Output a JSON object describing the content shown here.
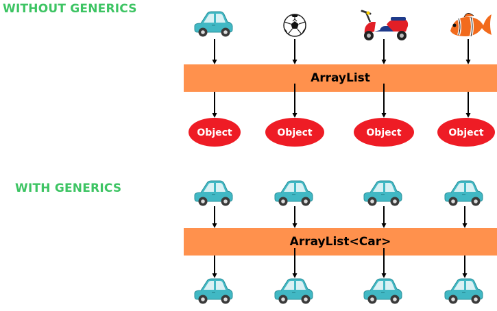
{
  "sections": {
    "without": {
      "heading": "WITHOUT GENERICS",
      "bar_label": "ArrayList",
      "items": [
        {
          "icon": "car-icon"
        },
        {
          "icon": "soccer-ball-icon"
        },
        {
          "icon": "scooter-icon"
        },
        {
          "icon": "fish-icon"
        }
      ],
      "outputs": [
        "Object",
        "Object",
        "Object",
        "Object"
      ]
    },
    "with": {
      "heading": "WITH GENERICS",
      "bar_label": "ArrayList<Car>",
      "items": [
        {
          "icon": "car-icon"
        },
        {
          "icon": "car-icon"
        },
        {
          "icon": "car-icon"
        },
        {
          "icon": "car-icon"
        }
      ],
      "outputs_icon": "car-icon"
    }
  },
  "colors": {
    "heading": "#3dc463",
    "bar": "#ff914d",
    "object_ellipse": "#ee1c25",
    "car_body": "#41b8c4",
    "arrow": "#000000"
  }
}
